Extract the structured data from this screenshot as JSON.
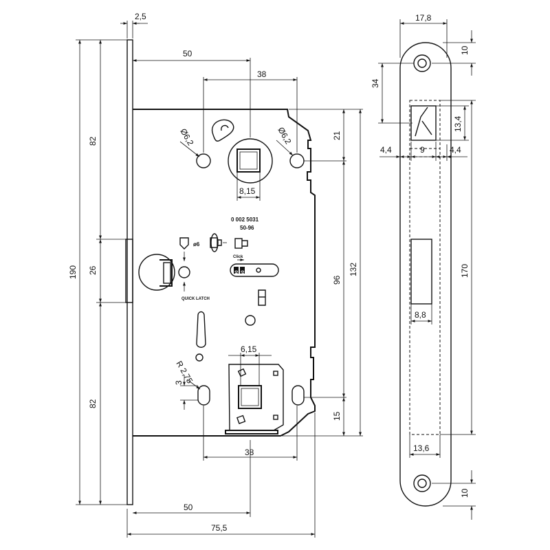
{
  "dimensions": {
    "faceplate_thickness": "2,5",
    "backset_top": "50",
    "spindle_to_holes_top": "38",
    "hole_dia_left": "Ø6,2",
    "hole_dia_right": "Ø6,2",
    "spindle_square": "8,15",
    "height_total": "190",
    "upper_82": "82",
    "latch_26": "26",
    "lower_82": "82",
    "right_21": "21",
    "right_96": "96",
    "right_132": "132",
    "right_15": "15",
    "bottom_square": "6,15",
    "radius": "R 2,75",
    "small_3": "3",
    "bottom_38": "38",
    "bottom_50": "50",
    "bottom_75_5": "75,5"
  },
  "case_labels": {
    "part_number": "0  002  5031",
    "range": "50-96",
    "dia_6": "ø6",
    "click": "Click",
    "quick_latch": "QUICK LATCH",
    "slot_marks": [
      "90",
      "50"
    ]
  },
  "strike_plate": {
    "width": "17,8",
    "top_hole_offset": "10",
    "latch_offset": "34",
    "latch_height": "13,4",
    "side_left": "4,4",
    "center_9": "9",
    "side_right": "4,4",
    "bolt_width": "8,8",
    "length": "170",
    "bottom_width": "13,6",
    "bottom_hole_offset": "10"
  },
  "icons": [
    "lock-icon",
    "arrow-down-icon",
    "arrow-up-icon",
    "click-arrow-icon",
    "reversible-latch-icon"
  ]
}
